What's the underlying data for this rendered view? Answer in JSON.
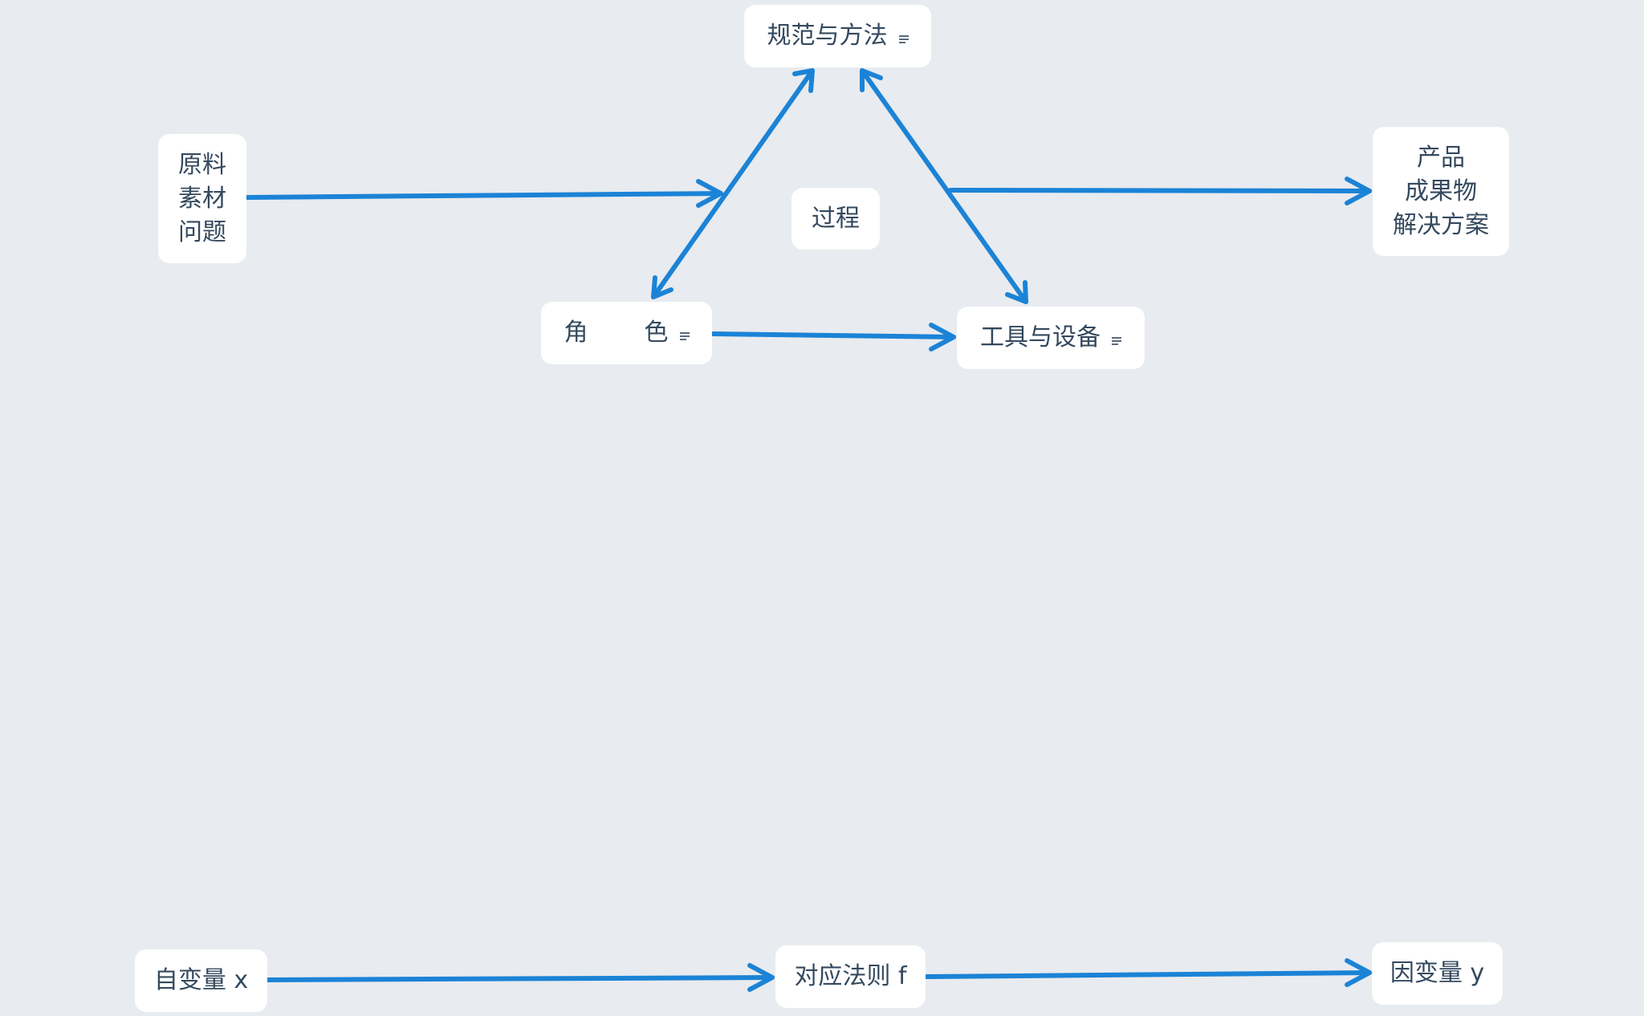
{
  "diagram": {
    "nodes": {
      "standards": {
        "label": "规范与方法",
        "icon": "note-icon"
      },
      "materials": {
        "lines": [
          "原料",
          "素材",
          "问题"
        ]
      },
      "process": {
        "label": "过程"
      },
      "products": {
        "lines": [
          "产品",
          "成果物",
          "解决方案"
        ]
      },
      "role": {
        "label_left": "角",
        "label_right": "色",
        "icon": "note-icon"
      },
      "tools": {
        "label": "工具与设备",
        "icon": "note-icon"
      },
      "independent": {
        "label": "自变量 x"
      },
      "rule": {
        "label": "对应法则 f"
      },
      "dependent": {
        "label": "因变量 y"
      }
    },
    "edges": [
      {
        "from": "materials",
        "to": "standards-role-edge",
        "type": "arrow"
      },
      {
        "from": "role",
        "to": "standards",
        "type": "double-arrow"
      },
      {
        "from": "standards",
        "to": "tools",
        "type": "double-arrow"
      },
      {
        "from": "standards-tools-edge",
        "to": "products",
        "type": "arrow"
      },
      {
        "from": "role",
        "to": "tools",
        "type": "arrow"
      },
      {
        "from": "independent",
        "to": "rule",
        "type": "arrow"
      },
      {
        "from": "rule",
        "to": "dependent",
        "type": "arrow"
      }
    ],
    "edge_color": "#1b83d6",
    "background_color": "#e8ebef",
    "node_color": "#ffffff",
    "text_color": "#34495e"
  }
}
